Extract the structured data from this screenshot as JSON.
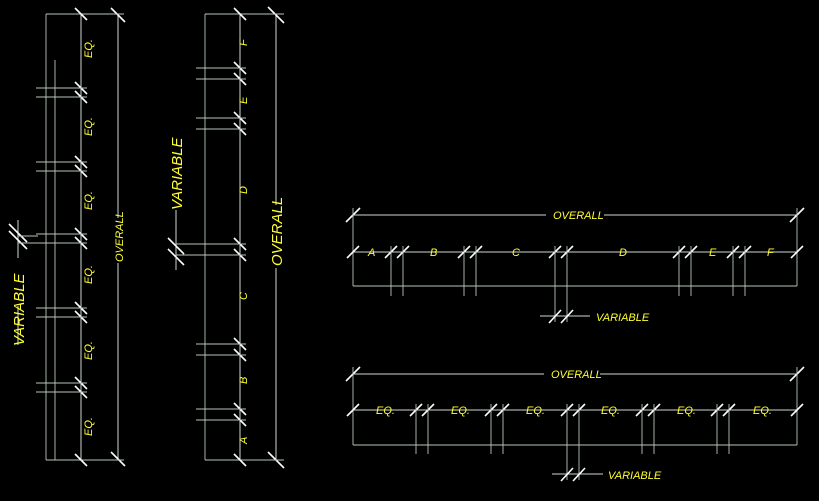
{
  "drawing": {
    "labels": {
      "eq": "EQ.",
      "overall": "OVERALL",
      "variable": "VARIABLE",
      "seg_a": "A",
      "seg_b": "B",
      "seg_c": "C",
      "seg_d": "D",
      "seg_e": "E",
      "seg_f": "F"
    },
    "colors": {
      "background": "#000000",
      "dimension_text": "#ffff33",
      "line": "#cfd8cf"
    },
    "views": [
      "vertical-equal-spacing",
      "vertical-lettered-spacing",
      "horizontal-lettered-spacing",
      "horizontal-equal-spacing"
    ]
  }
}
